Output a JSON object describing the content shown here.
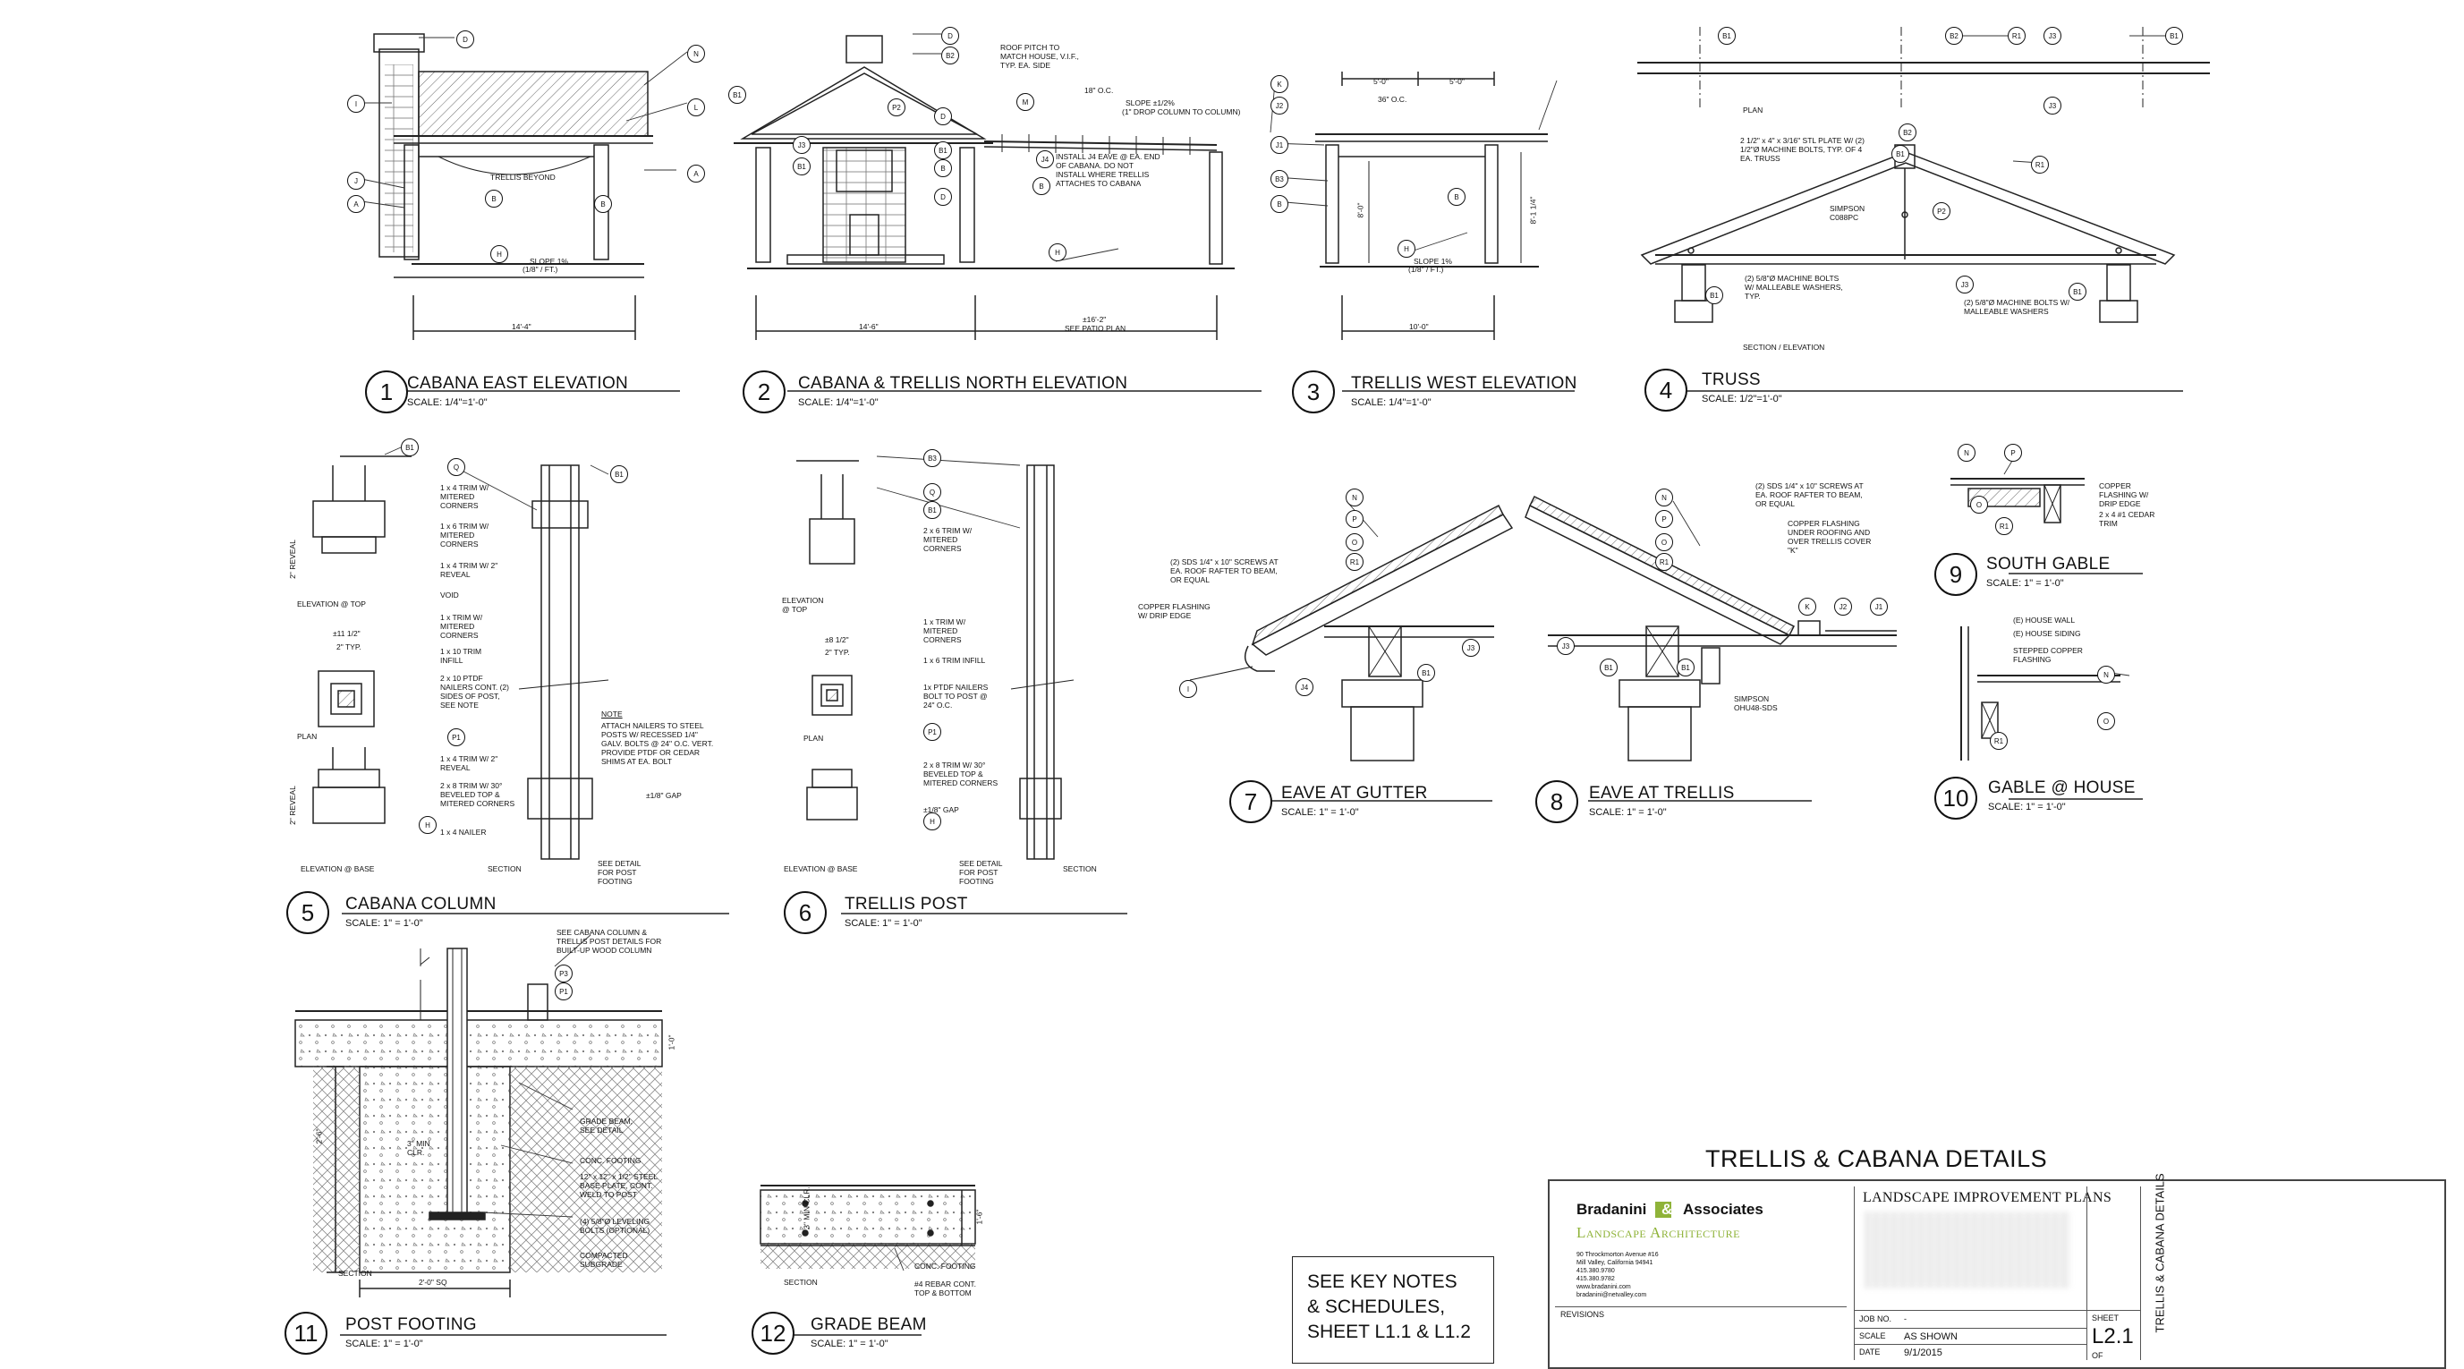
{
  "details": [
    {
      "num": "1",
      "title": "CABANA EAST ELEVATION",
      "scale": "SCALE: 1/4\"=1'-0\""
    },
    {
      "num": "2",
      "title": "CABANA & TRELLIS NORTH ELEVATION",
      "scale": "SCALE: 1/4\"=1'-0\""
    },
    {
      "num": "3",
      "title": "TRELLIS WEST ELEVATION",
      "scale": "SCALE: 1/4\"=1'-0\""
    },
    {
      "num": "4",
      "title": "TRUSS",
      "scale": "SCALE: 1/2\"=1'-0\""
    },
    {
      "num": "5",
      "title": "CABANA COLUMN",
      "scale": "SCALE:  1\" = 1'-0\""
    },
    {
      "num": "6",
      "title": "TRELLIS POST",
      "scale": "SCALE:  1\" = 1'-0\""
    },
    {
      "num": "7",
      "title": "EAVE AT GUTTER",
      "scale": "SCALE:  1\" = 1'-0\""
    },
    {
      "num": "8",
      "title": "EAVE AT TRELLIS",
      "scale": "SCALE:  1\" = 1'-0\""
    },
    {
      "num": "9",
      "title": "SOUTH GABLE",
      "scale": "SCALE:  1\" = 1'-0\""
    },
    {
      "num": "10",
      "title": "GABLE @ HOUSE",
      "scale": "SCALE:  1\" = 1'-0\""
    },
    {
      "num": "11",
      "title": "POST FOOTING",
      "scale": "SCALE:  1\" = 1'-0\""
    },
    {
      "num": "12",
      "title": "GRADE BEAM",
      "scale": "SCALE:  1\" = 1'-0\""
    }
  ],
  "dims": {
    "d1_width": "14'-4\"",
    "d2_width": "14'-6\"",
    "d2_plan": "±16'-2\"",
    "d2_seeplan": "SEE PATIO PLAN",
    "d3_width": "10'-0\"",
    "d3_a": "5'-0\"",
    "d3_b": "5'-0\"",
    "d3_oc": "36\" O.C.",
    "d3_h1": "8'-0\"",
    "d3_h2": "8'-1 1/4\"",
    "d11_sq": "2'-0\" SQ",
    "d11_h": "2'-6\"",
    "d11_t": "1'-0\"",
    "d12_t": "1'-6\""
  },
  "notes": {
    "trellis_beyond": "TRELLIS BEYOND",
    "slope1": "SLOPE 1%",
    "slope1b": "(1/8\" / FT.)",
    "roof_pitch": "ROOF PITCH TO MATCH HOUSE, V.I.F., TYP. EA. SIDE",
    "slope_col": "SLOPE ±1/2%",
    "slope_col2": "(1\" DROP COLUMN TO COLUMN)",
    "install_j4": "INSTALL J4 EAVE @ EA. END OF CABANA. DO NOT INSTALL WHERE TRELLIS ATTACHES TO CABANA",
    "oc18": "18\" O.C.",
    "plan": "PLAN",
    "section_elev": "SECTION / ELEVATION",
    "truss_plate": "2 1/2\" x 4\" x 3/16\" STL PLATE W/ (2) 1/2\"Ø MACHINE BOLTS, TYP. OF 4 EA. TRUSS",
    "simpson_c": "SIMPSON C088PC",
    "bolts1": "(2) 5/8\"Ø MACHINE BOLTS W/ MALLEABLE WASHERS, TYP.",
    "bolts2": "(2) 5/8\"Ø MACHINE BOLTS W/ MALLEABLE WASHERS",
    "c_trim1": "1 x 4 TRIM W/ MITERED CORNERS",
    "c_trim2": "1 x 6 TRIM W/ MITERED CORNERS",
    "c_trim3": "1 x 4 TRIM W/ 2\" REVEAL",
    "void": "VOID",
    "c_trim4": "1 x TRIM W/ MITERED CORNERS",
    "c_trim5": "1 x 10 TRIM INFILL",
    "c_nail": "2 x 10 PTDF NAILERS CONT. (2) SIDES OF POST, SEE NOTE",
    "c_trim6": "1 x 4 TRIM W/ 2\" REVEAL",
    "c_trim7": "2 x 8 TRIM W/ 30° BEVELED TOP & MITERED CORNERS",
    "c_nailer": "1 x 4 NAILER",
    "note_h": "NOTE",
    "note_b": "ATTACH NAILERS TO STEEL POSTS W/ RECESSED 1/4\" GALV. BOLTS @ 24\" O.C. VERT.  PROVIDE PTDF OR CEDAR SHIMS AT EA. BOLT",
    "gap": "±1/8\" GAP",
    "see_detail": "SEE DETAIL FOR POST FOOTING",
    "elev_top": "ELEVATION @ TOP",
    "elev_base": "ELEVATION @ BASE",
    "section": "SECTION",
    "reveal": "2\" REVEAL",
    "c_dim1": "±11 1/2\"",
    "c_dim2": "2\" TYP.",
    "t_trim1": "2 x 6 TRIM W/ MITERED CORNERS",
    "t_trim2": "1 x TRIM W/ MITERED CORNERS",
    "t_trim3": "1 x 6 TRIM INFILL",
    "t_nail": "1x PTDF NAILERS BOLT TO POST @ 24\" O.C.",
    "t_trim4": "2 x 8 TRIM W/ 30° BEVELED TOP & MITERED CORNERS",
    "t_dim1": "±8 1/2\"",
    "t_dim2": "2\" TYP.",
    "t_gap": "±1/8\" GAP",
    "e7_screws": "(2) SDS 1/4\" x 10\" SCREWS AT EA. ROOF RAFTER TO BEAM, OR EQUAL",
    "e7_flash": "COPPER FLASHING W/ DRIP EDGE",
    "e8_screws": "(2) SDS 1/4\" x 10\" SCREWS AT EA. ROOF RAFTER TO BEAM, OR EQUAL",
    "e8_flash": "COPPER FLASHING UNDER ROOFING AND OVER TRELLIS COVER \"K\"",
    "e8_simpson": "SIMPSON OHU48-SDS",
    "g9_flash": "COPPER FLASHING W/ DRIP EDGE",
    "g9_trim": "2 x 4 #1 CEDAR TRIM",
    "g10_wall": "(E) HOUSE WALL",
    "g10_siding": "(E) HOUSE SIDING",
    "g10_flash": "STEPPED COPPER FLASHING",
    "f_see": "SEE CABANA COLUMN & TRELLIS POST DETAILS FOR BUILT-UP WOOD COLUMN",
    "f_beam": "GRADE BEAM, SEE DETAIL",
    "f_conc": "CONC. FOOTING",
    "f_plate": "12\" x 12\" x 1/2\" STEEL BASE PLATE, CONT. WELD TO POST",
    "f_bolts": "(4) 5/8\"Ø LEVELING BOLTS (OPTIONAL)",
    "f_sub": "COMPACTED SUBGRADE",
    "f_clr": "3\" MIN CLR.",
    "g_conc": "CONC. FOOTING",
    "g_rebar": "#4 REBAR CONT. TOP & BOTTOM",
    "g_clr": "3\" MIN CLR."
  },
  "sheet_title": "TRELLIS & CABANA DETAILS",
  "key_notes": [
    "SEE KEY NOTES",
    "& SCHEDULES,",
    "SHEET L1.1 & L1.2"
  ],
  "title_block": {
    "firm_a": "Bradanini",
    "firm_amp": "&",
    "firm_b": "Associates",
    "discipline": "Landscape Architecture",
    "address": [
      "90 Throckmorton Avenue #16",
      "Mill Valley, California 94941",
      "415.380.9780",
      "415.380.9782",
      "www.bradanini.com",
      "bradanini@netvalley.com"
    ],
    "revisions": "REVISIONS",
    "project": "LANDSCAPE IMPROVEMENT PLANS",
    "job_label": "JOB NO.",
    "job_val": "-",
    "scale_label": "SCALE",
    "scale_val": "AS SHOWN",
    "date_label": "DATE",
    "date_val": "9/1/2015",
    "sheet_label": "SHEET",
    "sheet_val": "L2.1",
    "of_label": "OF",
    "vertical": "TRELLIS & CABANA DETAILS"
  },
  "tags": {
    "A": "A",
    "B": "B",
    "B1": "B1",
    "B2": "B2",
    "B3": "B3",
    "D": "D",
    "H": "H",
    "I": "I",
    "J": "J",
    "J1": "J1",
    "J2": "J2",
    "J3": "J3",
    "J4": "J4",
    "K": "K",
    "L": "L",
    "M": "M",
    "N": "N",
    "O": "O",
    "P": "P",
    "P1": "P1",
    "P2": "P2",
    "P3": "P3",
    "Q": "Q",
    "R1": "R1"
  },
  "colors": {
    "line": "#222222",
    "accent": "#8fb339",
    "hatch": "#555555"
  }
}
